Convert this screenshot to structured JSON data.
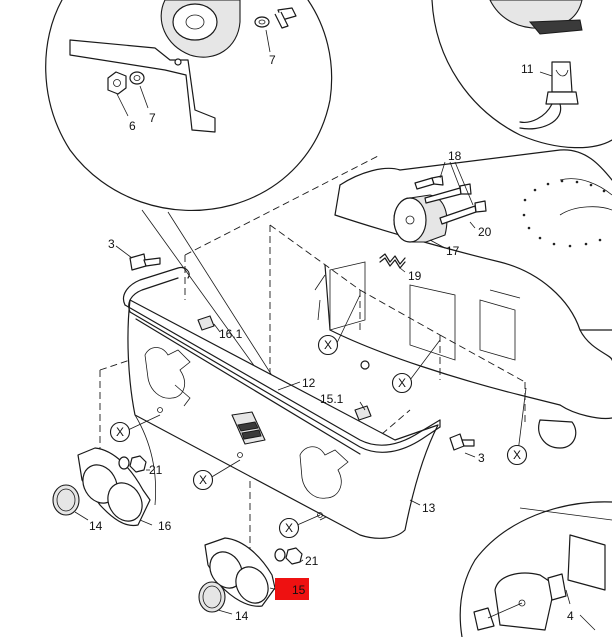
{
  "labels": {
    "p3a": "3",
    "p3b": "3",
    "p4": "4",
    "p6": "6",
    "p7a": "7",
    "p7b": "7",
    "p11": "11",
    "p12": "12",
    "p13": "13",
    "p14a": "14",
    "p14b": "14",
    "p15": "15",
    "p15_1": "15.1",
    "p16": "16",
    "p16_1": "16.1",
    "p17": "17",
    "p18": "18",
    "p19": "19",
    "p20": "20",
    "p21a": "21",
    "p21b": "21"
  },
  "x_marker": "X",
  "highlight": {
    "part": "15",
    "color": "#ee1111"
  }
}
